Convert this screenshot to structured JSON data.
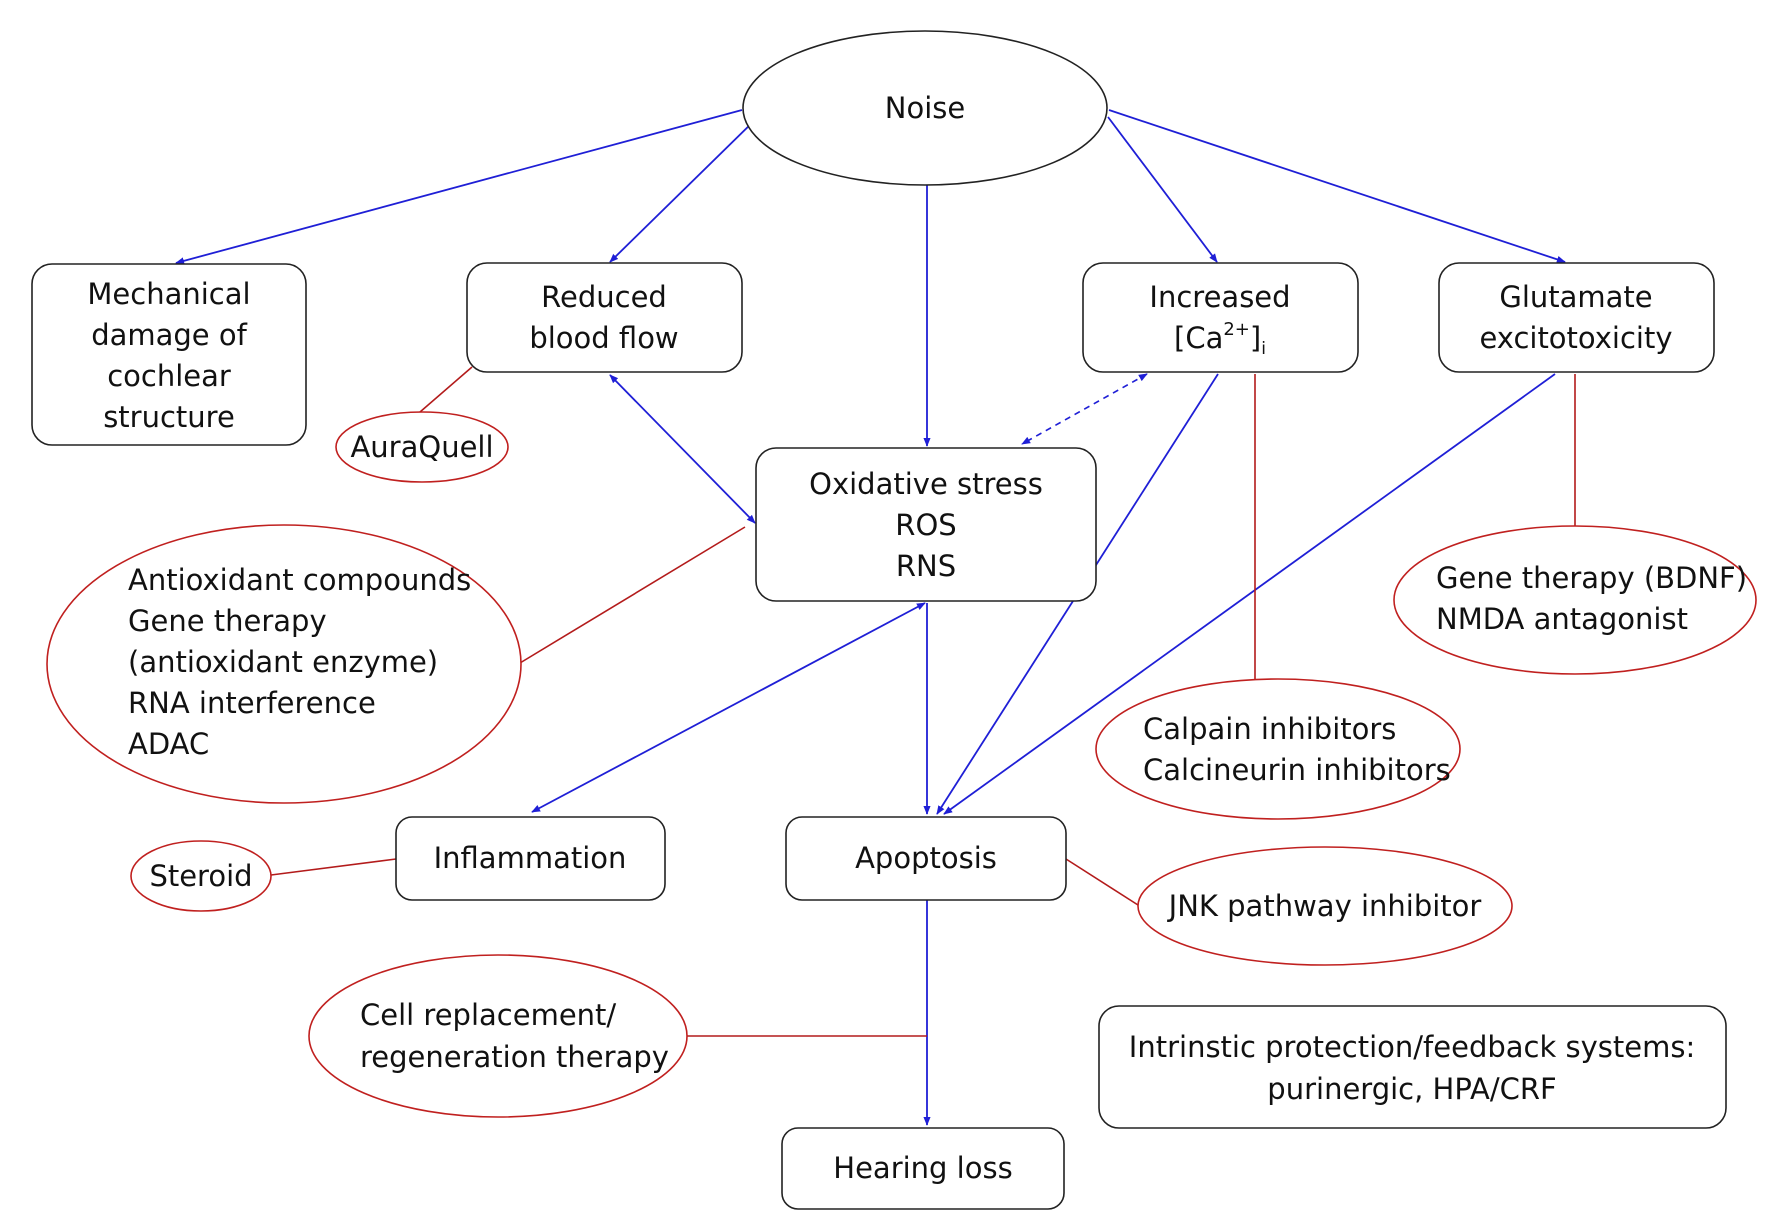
{
  "colors": {
    "arrow": "#1f1fd6",
    "intervention_outline": "#c0201f",
    "intervention_line": "#b31b1b",
    "node_outline": "#222222"
  },
  "nodes": {
    "noise": "Noise",
    "mechanical": [
      "Mechanical",
      "damage of",
      "cochlear",
      "structure"
    ],
    "blood_flow": [
      "Reduced",
      "blood flow"
    ],
    "calcium": {
      "line1": "Increased",
      "open": "[Ca",
      "sup": "2+",
      "close": "]",
      "sub": "i"
    },
    "glutamate": [
      "Glutamate",
      "excitotoxicity"
    ],
    "oxidative": [
      "Oxidative stress",
      "ROS",
      "RNS"
    ],
    "inflammation": "Inflammation",
    "apoptosis": "Apoptosis",
    "hearing_loss": "Hearing loss",
    "intrinsic": [
      "Intrinstic protection/feedback systems:",
      "purinergic, HPA/CRF"
    ]
  },
  "interventions": {
    "auraquell": "AuraQuell",
    "antioxidant": [
      "Antioxidant compounds",
      "Gene therapy",
      "(antioxidant enzyme)",
      "RNA interference",
      "ADAC"
    ],
    "gene_bdnf": [
      "Gene therapy (BDNF)",
      "NMDA antagonist"
    ],
    "calpain": [
      "Calpain inhibitors",
      "Calcineurin inhibitors"
    ],
    "steroid": "Steroid",
    "jnk": "JNK pathway inhibitor",
    "regeneration": [
      "Cell replacement/",
      "regeneration therapy"
    ]
  }
}
